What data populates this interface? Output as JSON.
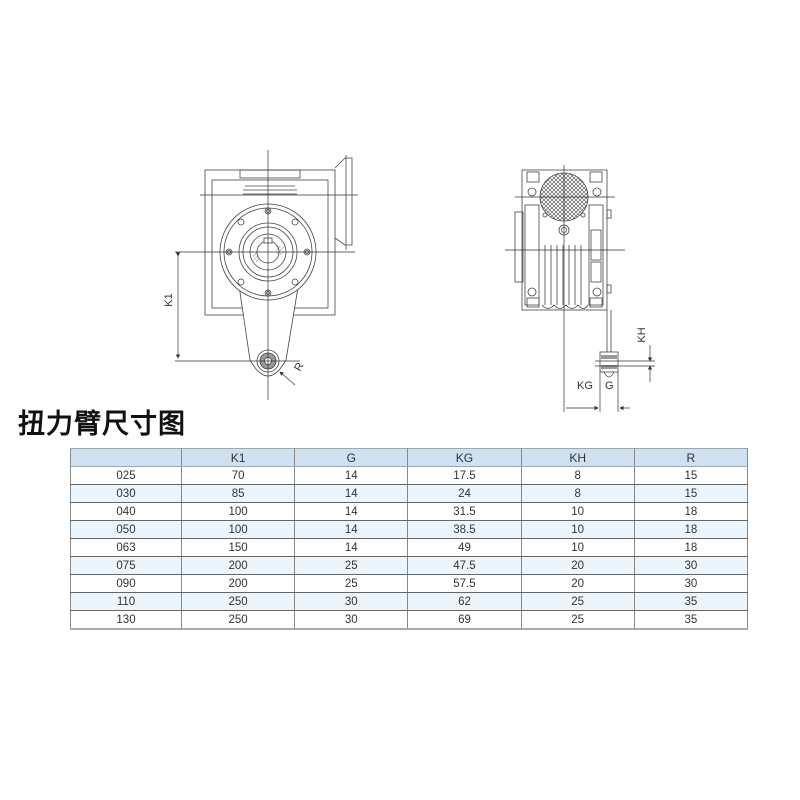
{
  "title": "扭力臂尺寸图",
  "drawing": {
    "front_view": {
      "dimension_labels": {
        "k1": "K1",
        "r": "R"
      }
    },
    "side_view": {
      "dimension_labels": {
        "kh": "KH",
        "kg": "KG",
        "g": "G"
      }
    }
  },
  "table": {
    "headers": [
      "",
      "K1",
      "G",
      "KG",
      "KH",
      "R"
    ],
    "rows": [
      [
        "025",
        "70",
        "14",
        "17.5",
        "8",
        "15"
      ],
      [
        "030",
        "85",
        "14",
        "24",
        "8",
        "15"
      ],
      [
        "040",
        "100",
        "14",
        "31.5",
        "10",
        "18"
      ],
      [
        "050",
        "100",
        "14",
        "38.5",
        "10",
        "18"
      ],
      [
        "063",
        "150",
        "14",
        "49",
        "10",
        "18"
      ],
      [
        "075",
        "200",
        "25",
        "47.5",
        "20",
        "30"
      ],
      [
        "090",
        "200",
        "25",
        "57.5",
        "20",
        "30"
      ],
      [
        "110",
        "250",
        "30",
        "62",
        "25",
        "35"
      ],
      [
        "130",
        "250",
        "30",
        "69",
        "25",
        "35"
      ]
    ]
  },
  "colors": {
    "header_bg": "#cfe0f0",
    "alt_row_bg": "#eaf5fd",
    "line": "#333333"
  }
}
